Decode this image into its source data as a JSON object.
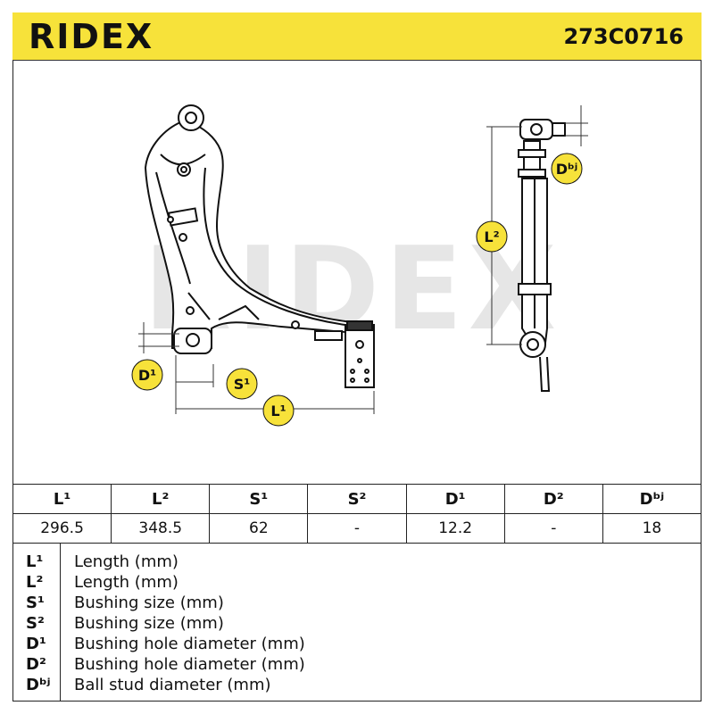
{
  "header": {
    "brand": "RIDEX",
    "part_number": "273C0716",
    "accent_color": "#f7e23a"
  },
  "drawing": {
    "watermark": "RIDEX",
    "callouts": {
      "d1": "D¹",
      "s1": "S¹",
      "l1": "L¹",
      "l2": "L²",
      "dbj": "Dᵇʲ"
    },
    "callout_color": "#f7e23a"
  },
  "spec_table": {
    "headers": [
      "L¹",
      "L²",
      "S¹",
      "S²",
      "D¹",
      "D²",
      "Dᵇʲ"
    ],
    "values": [
      "296.5",
      "348.5",
      "62",
      "-",
      "12.2",
      "-",
      "18"
    ]
  },
  "legend": [
    {
      "symbol": "L¹",
      "description": "Length (mm)"
    },
    {
      "symbol": "L²",
      "description": "Length (mm)"
    },
    {
      "symbol": "S¹",
      "description": "Bushing size (mm)"
    },
    {
      "symbol": "S²",
      "description": "Bushing size (mm)"
    },
    {
      "symbol": "D¹",
      "description": "Bushing hole diameter (mm)"
    },
    {
      "symbol": "D²",
      "description": "Bushing hole diameter (mm)"
    },
    {
      "symbol": "Dᵇʲ",
      "description": "Ball stud diameter (mm)"
    }
  ]
}
